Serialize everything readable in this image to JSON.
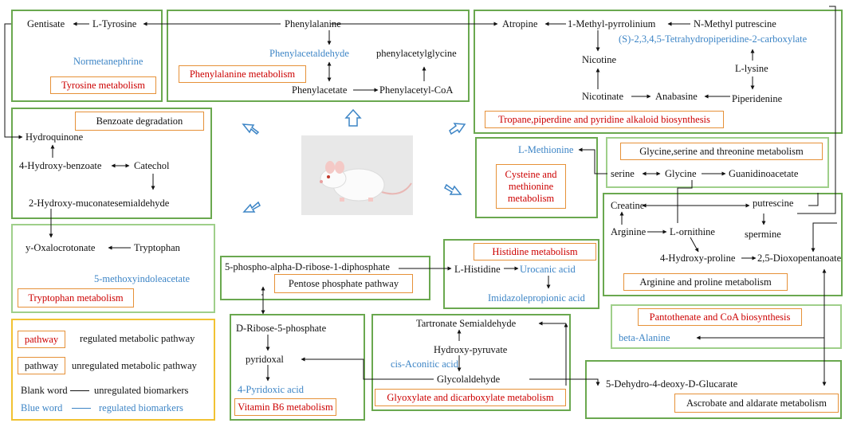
{
  "colors": {
    "panel_border": "#6aa84f",
    "panel_border_light": "#9fcf8a",
    "legend_border": "#f1c232",
    "label_border": "#e69138",
    "regulated_pathway_text": "#cc0000",
    "regulated_biomarker_text": "#3d85c6",
    "arrow": "#111111",
    "hollow_arrow": "#3d85c6"
  },
  "center_image": {
    "icon": "white-rat"
  },
  "tyrosine": {
    "gentisate": "Gentisate",
    "ltyrosine": "L-Tyrosine",
    "normetanephrine": "Normetanephrine",
    "pathway": "Tyrosine metabolism"
  },
  "phenylalanine": {
    "phenylalanine": "Phenylalanine",
    "phenylacetaldehyde": "Phenylacetaldehyde",
    "phenylacetylglycine": "phenylacetylglycine",
    "phenylacetate": "Phenylacetate",
    "phenylacetylcoa": "Phenylacetyl-CoA",
    "pathway": "Phenylalanine metabolism"
  },
  "tropane": {
    "atropine": "Atropine",
    "methylpyrrolinium": "1-Methyl-pyrrolinium",
    "nmethylputrescine": "N-Methyl putrescine",
    "tetrahydropyridine": "(S)-2,3,4,5-Tetrahydropiperidine-2-carboxylate",
    "nicotine": "Nicotine",
    "llysine": "L-lysine",
    "nicotinate": "Nicotinate",
    "anabasine": "Anabasine",
    "piperidenine": "Piperidenine",
    "pathway": "Tropane,piperdine and pyridine alkaloid biosynthesis"
  },
  "benzoate": {
    "pathway": "Benzoate degradation",
    "hydroquinone": "Hydroquinone",
    "hydroxybenzoate": "4-Hydroxy-benzoate",
    "catechol": "Catechol",
    "muconate": "2-Hydroxy-muconatesemialdehyde"
  },
  "cysteine": {
    "lmethionine": "L-Methionine",
    "pathway_line1": "Cysteine and",
    "pathway_line2": "methionine",
    "pathway_line3": "metabolism"
  },
  "glycine": {
    "pathway": "Glycine,serine and threonine metabolism",
    "serine": "serine",
    "glycine": "Glycine",
    "guanidinoacetate": "Guanidinoacetate"
  },
  "arginine": {
    "creatine": "Creatine",
    "putrescine": "putrescine",
    "spermine": "spermine",
    "arginine": "Arginine",
    "lornithine": "L-ornithine",
    "hydroxyproline": "4-Hydroxy-proline",
    "dioxopentanoate": "2,5-Dioxopentanoate",
    "pathway": "Arginine and proline metabolism"
  },
  "tryptophan": {
    "oxalocrotonate": "y-Oxalocrotonate",
    "tryptophan": "Tryptophan",
    "methoxyindole": "5-methoxyindoleacetate",
    "pathway": "Tryptophan metabolism"
  },
  "pentose": {
    "prpp": "5-phospho-alpha-D-ribose-1-diphosphate",
    "pathway": "Pentose phosphate pathway"
  },
  "histidine": {
    "pathway": "Histidine metabolism",
    "lhistidine": "L-Histidine",
    "urocanic": "Urocanic acid",
    "imidazolepropionic": "Imidazolepropionic acid"
  },
  "pantothenate": {
    "pathway": "Pantothenate and CoA biosynthesis",
    "betaalanine": "beta-Alanine"
  },
  "legend": {
    "swatch_regulated": "pathway",
    "desc_regulated": "regulated metabolic pathway",
    "swatch_unregulated": "pathway",
    "desc_unregulated": "unregulated metabolic pathway",
    "blank_word": "Blank word",
    "blank_desc": "unregulated biomarkers",
    "blue_word": "Blue word",
    "blue_desc": "regulated biomarkers"
  },
  "vitaminb6": {
    "ribose5p": "D-Ribose-5-phosphate",
    "pyridoxal": "pyridoxal",
    "pyridoxic": "4-Pyridoxic acid",
    "pathway": "Vitamin B6 metabolism"
  },
  "glyoxylate": {
    "tartronate": "Tartronate Semialdehyde",
    "hydroxypyruvate": "Hydroxy-pyruvate",
    "aconitic": "cis-Aconitic acid",
    "glycolaldehyde": "Glycolaldehyde",
    "pathway": "Glyoxylate and dicarboxylate metabolism"
  },
  "ascorbate": {
    "glucarate": "5-Dehydro-4-deoxy-D-Glucarate",
    "pathway": "Ascrobate and aldarate metabolism"
  }
}
